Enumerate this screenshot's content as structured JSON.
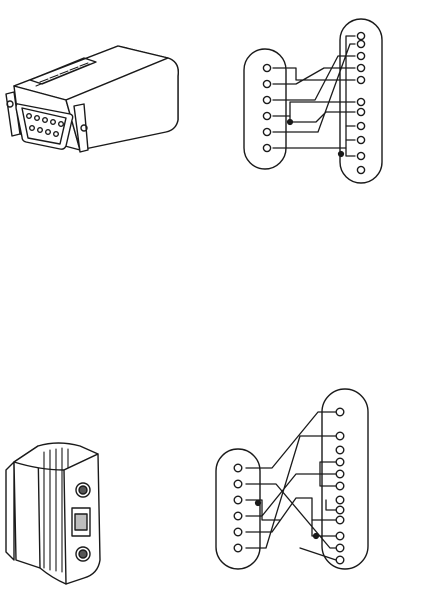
{
  "colors": {
    "ink": "#1a1a1a",
    "paper": "#ffffff"
  },
  "figures": [
    {
      "device": "db9-serial-adapter",
      "wiring": "db9-to-db25-pinout-crossover"
    },
    {
      "device": "power-adapter-with-rj-jack",
      "wiring": "db9-to-db25-pinout-crossover"
    }
  ]
}
